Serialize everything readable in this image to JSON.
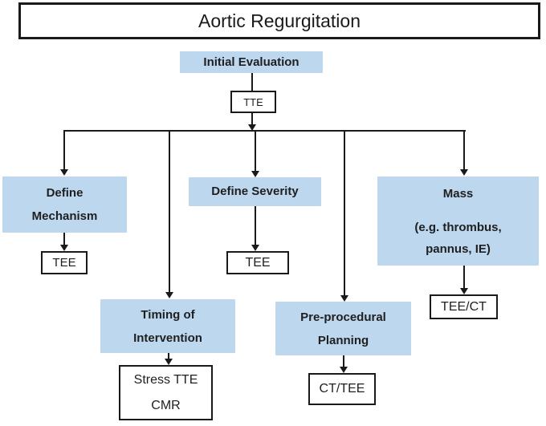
{
  "title": {
    "text": "Aortic Regurgitation"
  },
  "colors": {
    "node_fill": "#BDD7EE",
    "line": "#1a1a1a",
    "box_border": "#1a1a1a",
    "text": "#1f1f1f",
    "background": "#ffffff"
  },
  "flow": {
    "initial": {
      "label": "Initial Evaluation"
    },
    "initial_test": {
      "label": "TTE"
    },
    "branches": {
      "mechanism": {
        "line1": "Define",
        "line2": "Mechanism",
        "test": "TEE"
      },
      "timing": {
        "line1": "Timing of",
        "line2": "Intervention",
        "test_line1": "Stress TTE",
        "test_line2": "CMR"
      },
      "severity": {
        "label": "Define Severity",
        "test": "TEE"
      },
      "preprocedural": {
        "line1": "Pre-procedural",
        "line2": "Planning",
        "test": "CT/TEE"
      },
      "mass": {
        "line1": "Mass",
        "line2": "(e.g. thrombus,",
        "line3": "pannus, IE)",
        "test": "TEE/CT"
      }
    }
  }
}
